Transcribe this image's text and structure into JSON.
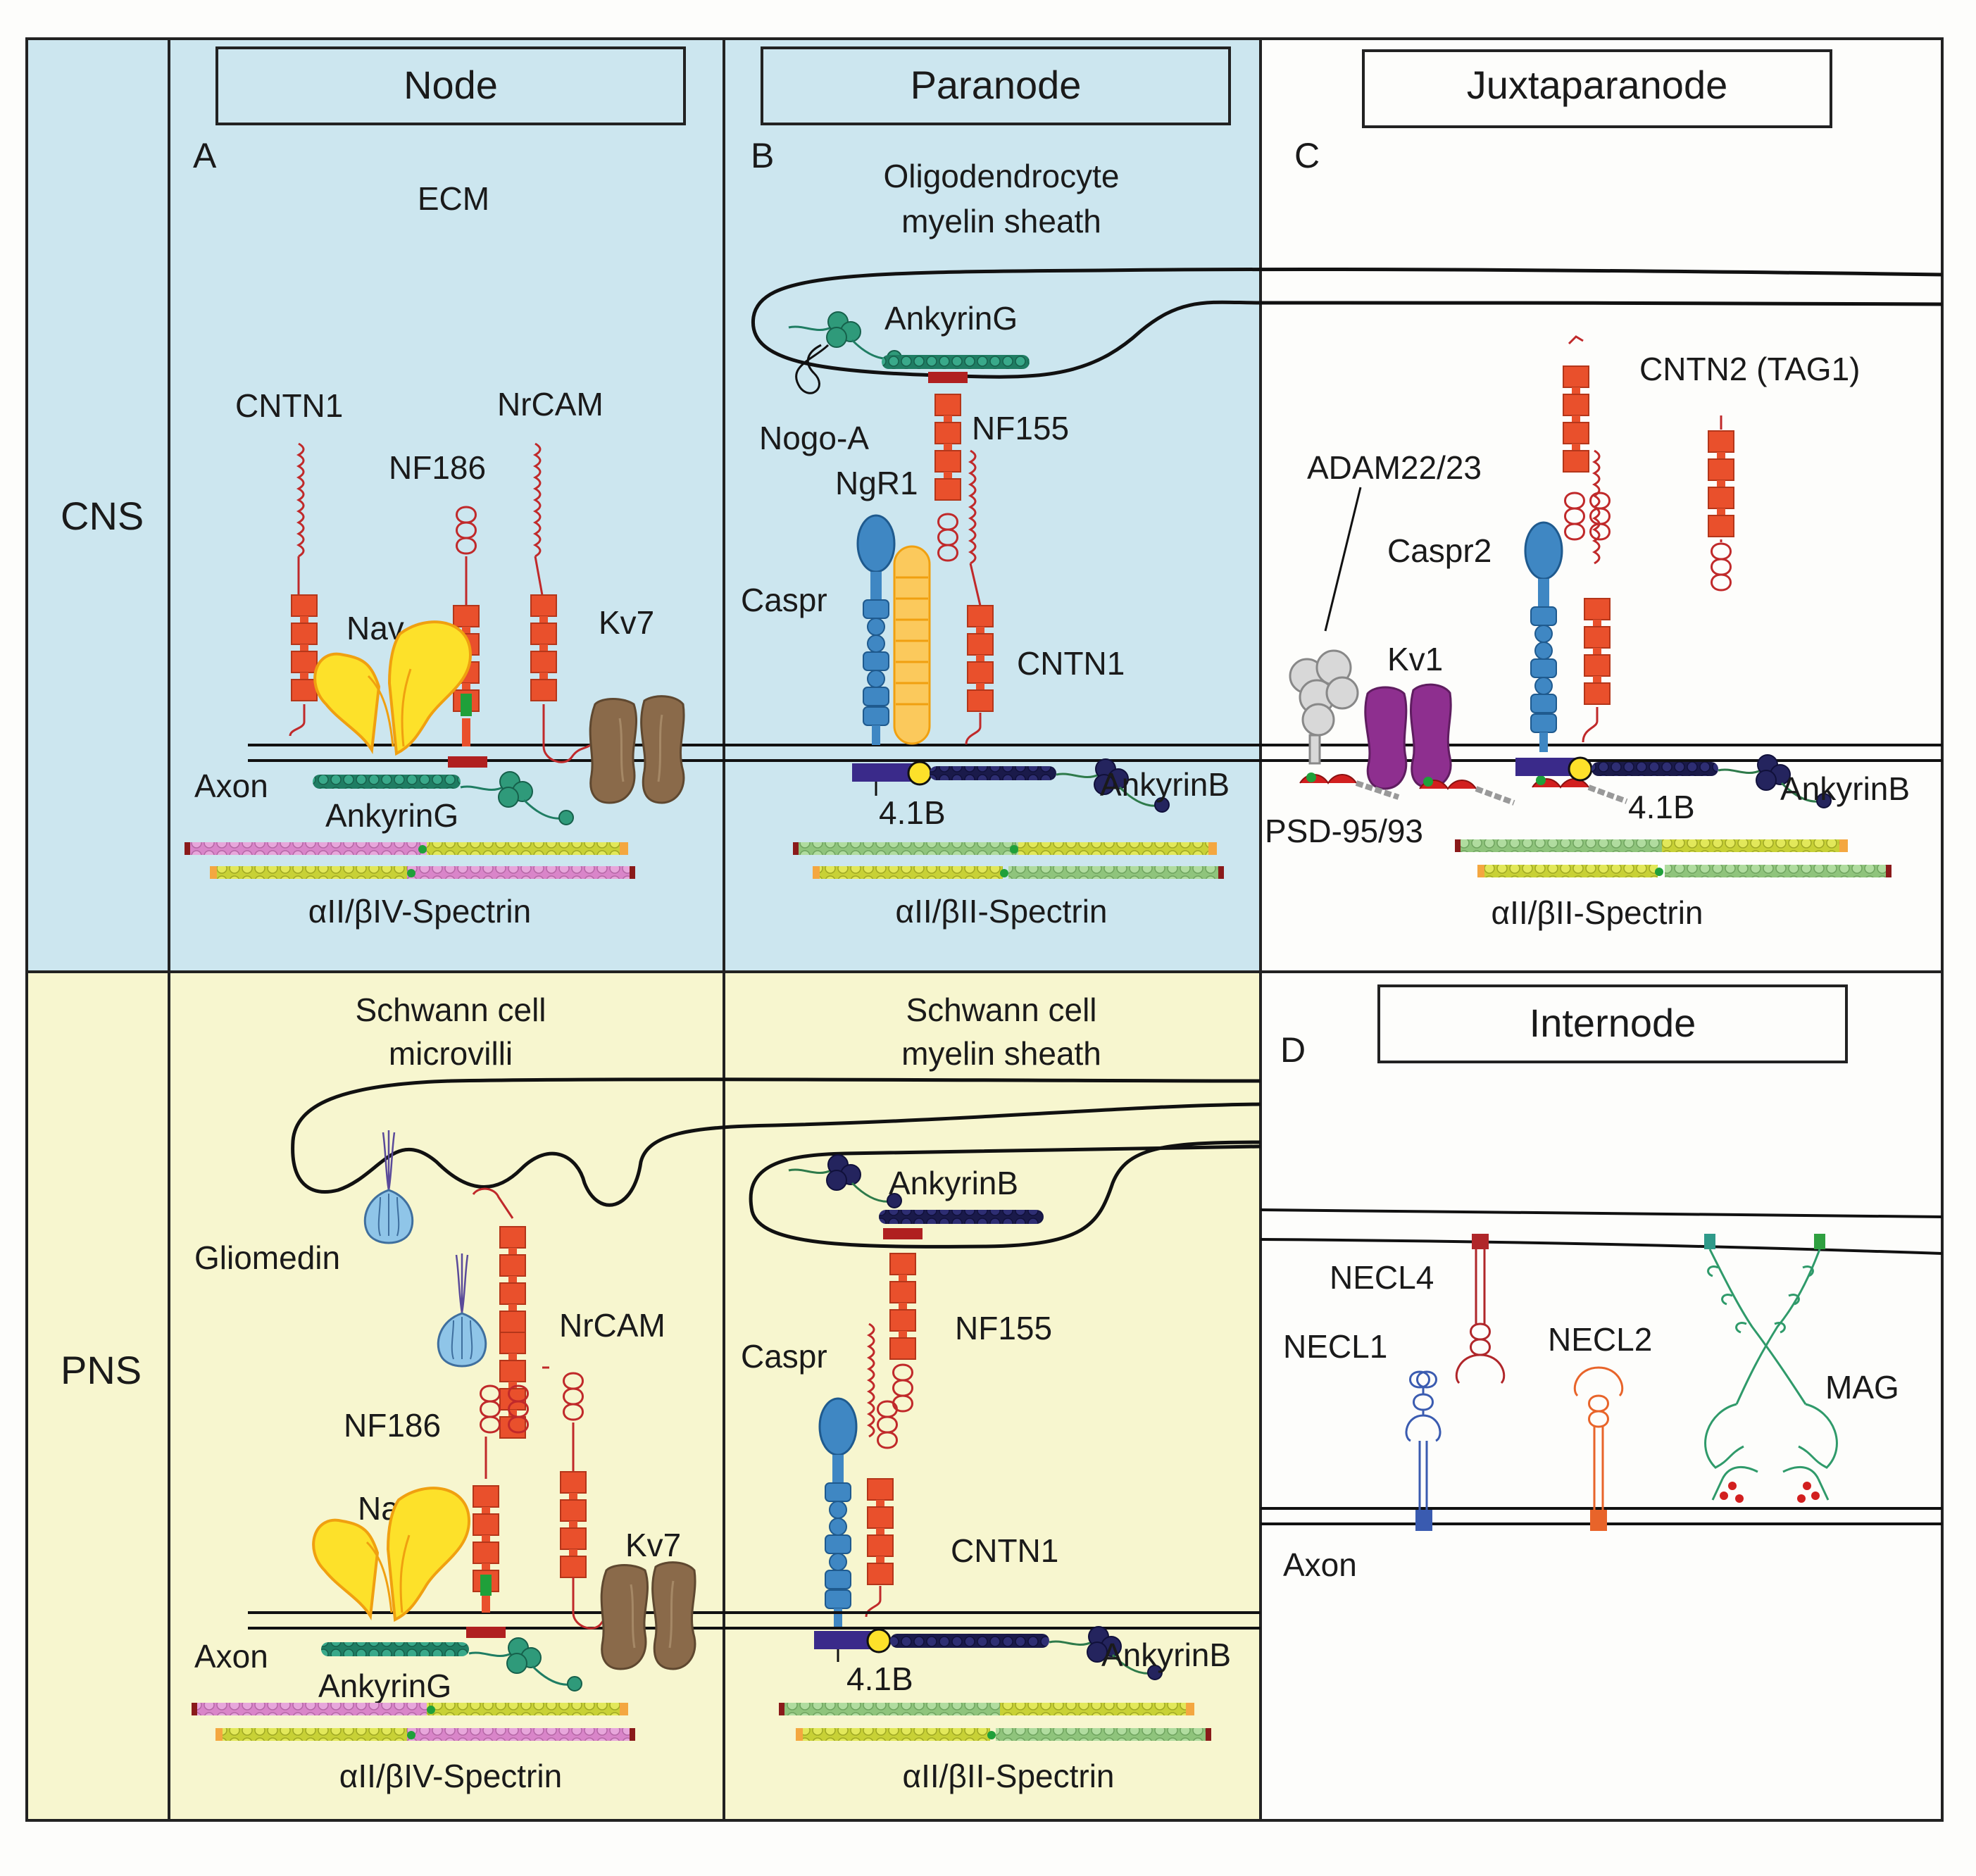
{
  "colors": {
    "cns_bg": "#cce6ef",
    "pns_bg": "#f7f6cf",
    "white_bg": "#fdfdfb",
    "red_domain": "#e9502c",
    "red_loop": "#c0292a",
    "blue_caspr": "#3f87c3",
    "yellow_nav": "#fde12a",
    "brown_kv7": "#8a6a4a",
    "purple_kv1": "#8e2f8f",
    "teal_ankg": "#2f9a7a",
    "navy_ankb": "#24245e",
    "pink_spectrin": "#d985c9",
    "green_spectrin": "#9ccf8a",
    "yellow_spectrin": "#dbe24a",
    "orange_spectrin": "#f4a740"
  },
  "rows": {
    "cns": "CNS",
    "pns": "PNS"
  },
  "panels": {
    "node": {
      "title": "Node",
      "letter": "A"
    },
    "paranode": {
      "title": "Paranode",
      "letter": "B"
    },
    "juxtaparanode": {
      "title": "Juxtaparanode",
      "letter": "C"
    },
    "internode": {
      "title": "Internode",
      "letter": "D"
    }
  },
  "cns_node": {
    "ecm": "ECM",
    "cntn1": "CNTN1",
    "nf186": "NF186",
    "nrcam": "NrCAM",
    "nav": "Nav",
    "kv7": "Kv7",
    "axon": "Axon",
    "ankyring": "AnkyrinG",
    "spectrin": "αII/βIV-Spectrin"
  },
  "cns_paranode": {
    "sheath_line1": "Oligodendrocyte",
    "sheath_line2": "myelin sheath",
    "ankyring": "AnkyrinG",
    "nogoa": "Nogo-A",
    "nf155": "NF155",
    "ngr1": "NgR1",
    "caspr": "Caspr",
    "cntn1": "CNTN1",
    "protein41b": "4.1B",
    "ankyrinb": "AnkyrinB",
    "spectrin": "αII/βII-Spectrin"
  },
  "cns_juxta": {
    "cntn2": "CNTN2 (TAG1)",
    "adam": "ADAM22/23",
    "caspr2": "Caspr2",
    "kv1": "Kv1",
    "psd": "PSD-95/93",
    "protein41b": "4.1B",
    "ankyrinb": "AnkyrinB",
    "spectrin": "αII/βII-Spectrin"
  },
  "pns_node": {
    "microvilli_line1": "Schwann cell",
    "microvilli_line2": "microvilli",
    "gliomedin": "Gliomedin",
    "nrcam": "NrCAM",
    "nf186": "NF186",
    "nav": "Nav",
    "kv7": "Kv7",
    "axon": "Axon",
    "ankyring": "AnkyrinG",
    "spectrin": "αII/βIV-Spectrin"
  },
  "pns_paranode": {
    "sheath_line1": "Schwann cell",
    "sheath_line2": "myelin sheath",
    "ankyrinb_top": "AnkyrinB",
    "nf155": "NF155",
    "caspr": "Caspr",
    "cntn1": "CNTN1",
    "protein41b": "4.1B",
    "ankyrinb": "AnkyrinB",
    "spectrin": "αII/βII-Spectrin"
  },
  "internode": {
    "necl4": "NECL4",
    "necl1": "NECL1",
    "necl2": "NECL2",
    "mag": "MAG",
    "axon": "Axon"
  }
}
